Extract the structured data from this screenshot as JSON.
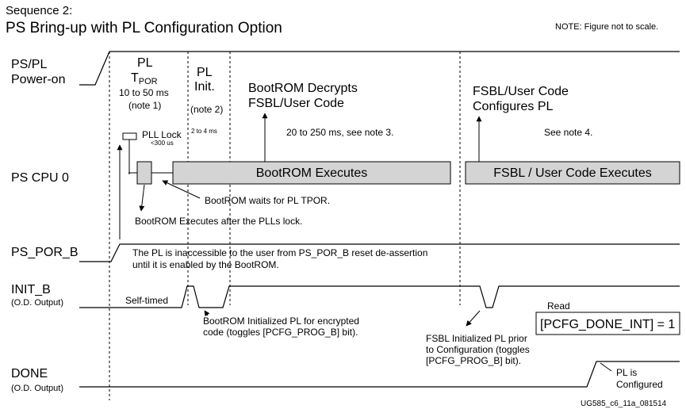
{
  "header": {
    "sequence": "Sequence 2:",
    "title": "PS Bring-up with PL Configuration Option",
    "note": "NOTE: Figure not to scale."
  },
  "signals": {
    "power_l1": "PS/PL",
    "power_l2": "Power-on",
    "cpu": "PS CPU 0",
    "por": "PS_POR_B",
    "init_l1": "INIT_B",
    "init_l2": "(O.D. Output)",
    "done_l1": "DONE",
    "done_l2": "(O.D. Output)"
  },
  "phases": {
    "tpor_l1": "PL",
    "tpor_T": "T",
    "tpor_sub": "POR",
    "tpor_time": "10 to 50 ms",
    "tpor_note": "(note 1)",
    "init_l1": "PL",
    "init_l2": "Init.",
    "init_note": "(note 2)",
    "init_time": "2 to 4 ms",
    "pll_lock": "PLL Lock",
    "pll_time": "<300 us",
    "decrypt_l1": "BootROM Decrypts",
    "decrypt_l2": "FSBL/User Code",
    "decrypt_time": "20 to 250 ms, see note 3.",
    "fsbl_l1": "FSBL/User Code",
    "fsbl_l2": "Configures PL",
    "fsbl_note": "See note 4."
  },
  "bars": {
    "bootrom": "BootROM Executes",
    "fsbl": "FSBL / User Code Executes"
  },
  "annotations": {
    "waits": "BootROM waits for PL TPOR.",
    "after_lock": "BootROM Executes after the PLLs lock.",
    "inaccessible_l1": "The PL is inaccessible to the user from PS_POR_B reset de-assertion",
    "inaccessible_l2": "until it is enabled by the BootROM.",
    "self_timed": "Self-timed",
    "bootrom_init_l1": "BootROM Initialized PL for encrypted",
    "bootrom_init_l2": "code (toggles [PCFG_PROG_B] bit).",
    "fsbl_init_l1": "FSBL Initialized PL prior",
    "fsbl_init_l2": "to Configuration (toggles",
    "fsbl_init_l3": "[PCFG_PROG_B] bit).",
    "read": "Read",
    "register": "[PCFG_DONE_INT] = 1",
    "configured_l1": "PL is",
    "configured_l2": "Configured",
    "doc_id": "UG585_c6_11a_081514"
  }
}
